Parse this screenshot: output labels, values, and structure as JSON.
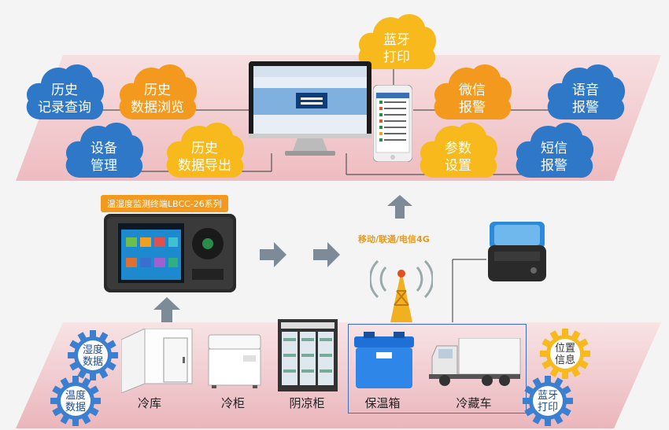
{
  "top_clouds": [
    {
      "name": "cloud-history-query",
      "text": "历史\n记录查询",
      "color": "#2f78c7"
    },
    {
      "name": "cloud-history-browse",
      "text": "历史\n数据浏览",
      "color": "#f39a1e"
    },
    {
      "name": "cloud-device-mgmt",
      "text": "设备\n管理",
      "color": "#2f78c7"
    },
    {
      "name": "cloud-history-export",
      "text": "历史\n数据导出",
      "color": "#f7b91c"
    },
    {
      "name": "cloud-bt-print",
      "text": "蓝牙\n打印",
      "color": "#f7b91c"
    },
    {
      "name": "cloud-wechat-alarm",
      "text": "微信\n报警",
      "color": "#f39a1e"
    },
    {
      "name": "cloud-voice-alarm",
      "text": "语音\n报警",
      "color": "#2f78c7"
    },
    {
      "name": "cloud-param-set",
      "text": "参数\n设置",
      "color": "#f7b91c"
    },
    {
      "name": "cloud-sms-alarm",
      "text": "短信\n报警",
      "color": "#2f78c7"
    }
  ],
  "terminal_badge": "温湿度监测终端LBCC-26系列",
  "network_label": "移动/联通/电信4G",
  "devices": [
    {
      "name": "cold-storage-label",
      "label": "冷库"
    },
    {
      "name": "freezer-label",
      "label": "冷柜"
    },
    {
      "name": "cooler-cabinet-label",
      "label": "阴凉柜"
    },
    {
      "name": "insulated-box-label",
      "label": "保温箱"
    },
    {
      "name": "refrigerated-truck-label",
      "label": "冷藏车"
    }
  ],
  "gears": [
    {
      "name": "gear-humidity",
      "text": "湿度\n数据",
      "color": "#3b7fd1"
    },
    {
      "name": "gear-temperature",
      "text": "温度\n数据",
      "color": "#3b7fd1"
    },
    {
      "name": "gear-location",
      "text": "位置\n信息",
      "color": "#f7b91c"
    },
    {
      "name": "gear-bt-print",
      "text": "蓝牙\n打印",
      "color": "#3b7fd1"
    }
  ]
}
